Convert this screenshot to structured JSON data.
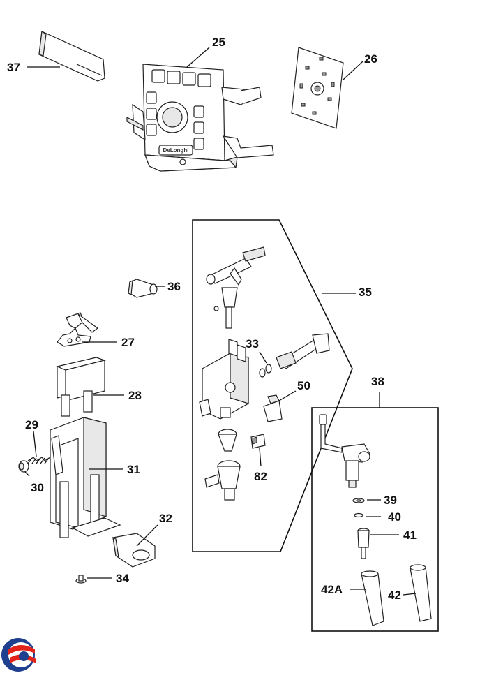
{
  "colors": {
    "line": "#111111",
    "part_fill": "#ffffff",
    "part_shade": "#e8e8e8",
    "logo_red": "#e2231a",
    "logo_blue": "#1f3f8f"
  },
  "labels": {
    "p25": "25",
    "p26": "26",
    "p37": "37",
    "p36": "36",
    "p27": "27",
    "p28": "28",
    "p29": "29",
    "p30": "30",
    "p31": "31",
    "p32": "32",
    "p34": "34",
    "p35": "35",
    "p33": "33",
    "p50": "50",
    "p82": "82",
    "p38": "38",
    "p39": "39",
    "p40": "40",
    "p41": "41",
    "p42a": "42A",
    "p42": "42"
  },
  "panel": {
    "brand": "DeLonghi"
  },
  "logo": {
    "icon": "company-logo-icon"
  }
}
